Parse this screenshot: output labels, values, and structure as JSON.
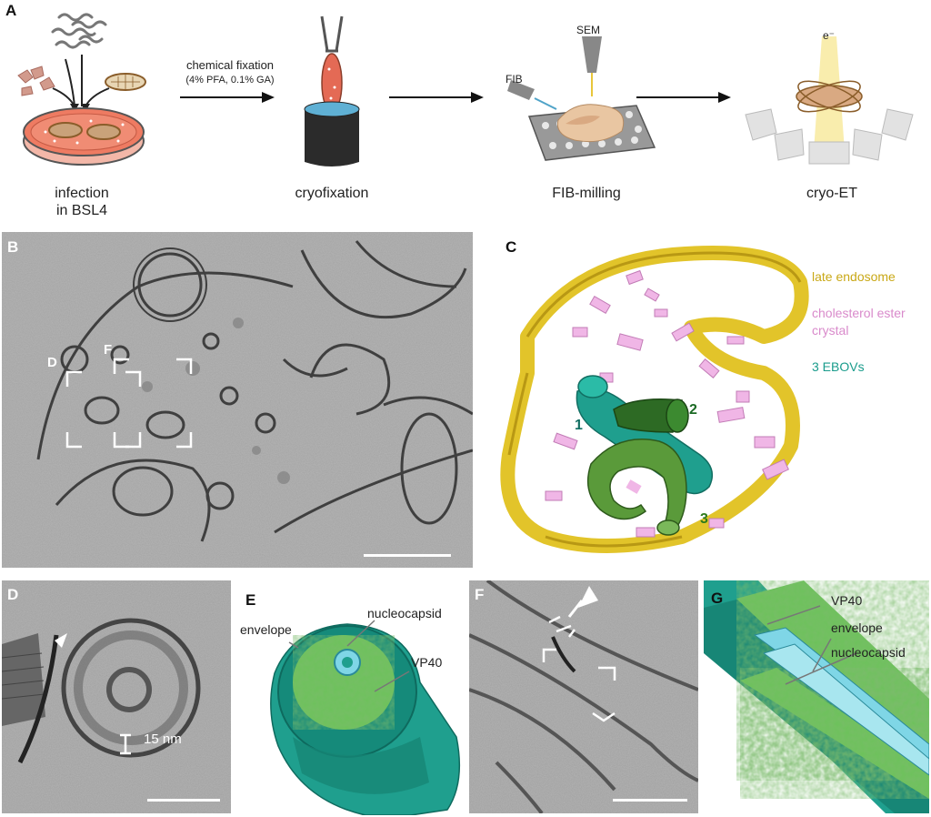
{
  "panels": {
    "A": "A",
    "B": "B",
    "C": "C",
    "D": "D",
    "E": "E",
    "F": "F",
    "G": "G"
  },
  "workflow": {
    "step1_line1": "infection",
    "step1_line2": "in BSL4",
    "fixation_line1": "chemical fixation",
    "fixation_line2": "(4% PFA, 0.1% GA)",
    "step2": "cryofixation",
    "step3": "FIB-milling",
    "step4": "cryo-ET",
    "fib": "FIB",
    "sem": "SEM",
    "electron": "e⁻"
  },
  "panel_b": {
    "box_d": "D",
    "box_f": "F"
  },
  "panel_c": {
    "legend": [
      {
        "text": "late endosome",
        "color": "#c9a816"
      },
      {
        "text": "cholesterol ester",
        "color": "#d98acb"
      },
      {
        "text": "crystal",
        "color": "#d98acb"
      },
      {
        "text": "3 EBOVs",
        "color": "#1a9c8c"
      }
    ],
    "numbers": [
      "1",
      "2",
      "3"
    ]
  },
  "panel_d": {
    "measure": "15 nm"
  },
  "panel_e": {
    "envelope": "envelope",
    "nucleocapsid": "nucleocapsid",
    "vp40": "VP40"
  },
  "panel_g": {
    "vp40": "VP40",
    "envelope": "envelope",
    "nucleocapsid": "nucleocapsid"
  },
  "colors": {
    "endosome": "#e2c42a",
    "crystal": "#f0b6e6",
    "ebov_teal": "#1f9f8e",
    "ebov_green": "#4f8f32",
    "vp40_green": "#6cc25a"
  }
}
